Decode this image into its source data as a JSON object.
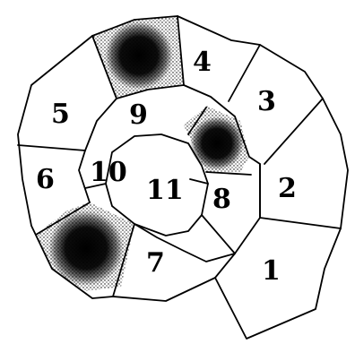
{
  "diagram": {
    "ink_color": "#000000",
    "background_color": "#ffffff",
    "regions": [
      {
        "label": "1",
        "shaded": false
      },
      {
        "label": "2",
        "shaded": false
      },
      {
        "label": "3",
        "shaded": false
      },
      {
        "label": "4",
        "shaded": false
      },
      {
        "label": "5",
        "shaded": false
      },
      {
        "label": "6",
        "shaded": false
      },
      {
        "label": "7",
        "shaded": false
      },
      {
        "label": "8",
        "shaded": false
      },
      {
        "label": "9",
        "shaded": false
      },
      {
        "label": "10",
        "shaded": false
      },
      {
        "label": "11",
        "shaded": false
      }
    ],
    "stipple_blobs": [
      {
        "region": "between-4-5",
        "kind": "dense-stipple"
      },
      {
        "region": "between-9-8",
        "kind": "dense-stipple"
      },
      {
        "region": "between-6-7",
        "kind": "dense-stipple"
      }
    ]
  }
}
